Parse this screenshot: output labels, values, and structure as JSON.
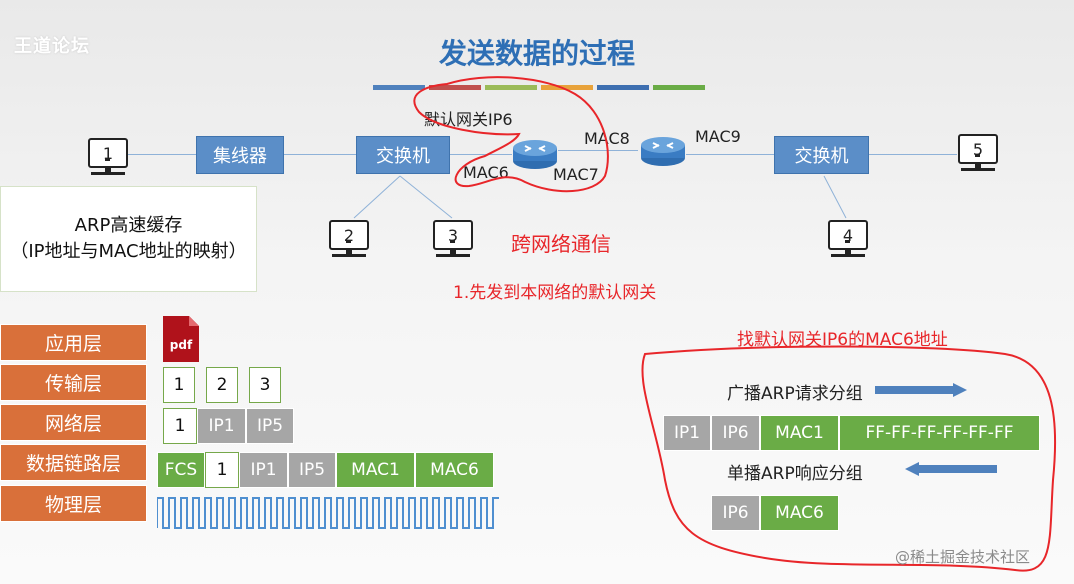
{
  "watermark": "王道论坛",
  "title": "发送数据的过程",
  "colors": {
    "stripes": [
      "#4f81bd",
      "#c0504d",
      "#9bbb59",
      "#e8a23a",
      "#3e6fb0",
      "#6aac46"
    ],
    "switch_blue": "#5b8ec8",
    "layer_orange": "#d9703a",
    "green": "#6aac46",
    "gray": "#a6a6a6",
    "annotation_red": "#e8262a"
  },
  "topology": {
    "hub_label": "集线器",
    "switch_left_label": "交换机",
    "switch_right_label": "交换机",
    "pcs": [
      "1",
      "2",
      "3",
      "4",
      "5"
    ],
    "default_gateway": "默认网关IP6",
    "mac6": "MAC6",
    "mac7": "MAC7",
    "mac8": "MAC8",
    "mac9": "MAC9",
    "router_icon": "router-icon"
  },
  "arp_cache": {
    "line1": "ARP高速缓存",
    "line2": "（IP地址与MAC地址的映射）"
  },
  "notes": {
    "cross_network": "跨网络通信",
    "step1": "1.先发到本网络的默认网关",
    "find_mac": "找默认网关IP6的MAC6地址",
    "broadcast": "广播ARP请求分组",
    "unicast": "单播ARP响应分组"
  },
  "layers": [
    "应用层",
    "传输层",
    "网络层",
    "数据链路层",
    "物理层"
  ],
  "stack": {
    "pdf_label": "pdf",
    "transport": [
      "1",
      "2",
      "3"
    ],
    "network": [
      "1",
      "IP1",
      "IP5"
    ],
    "datalink": [
      "FCS",
      "1",
      "IP1",
      "IP5",
      "MAC1",
      "MAC6"
    ]
  },
  "arp_request": [
    "IP1",
    "IP6",
    "MAC1",
    "FF-FF-FF-FF-FF-FF"
  ],
  "arp_reply": [
    "IP6",
    "MAC6"
  ],
  "footer_watermark": "@稀土掘金技术社区"
}
